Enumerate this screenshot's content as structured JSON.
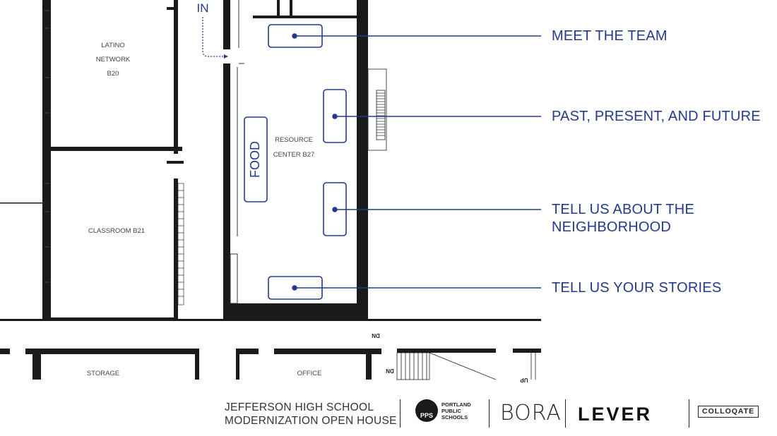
{
  "entry_label": "IN",
  "rooms": {
    "latino_network": [
      "LATINO",
      "NETWORK",
      "B20"
    ],
    "classroom": "CLASSROOM B21",
    "resource_center": [
      "RESOURCE",
      "CENTER B27"
    ],
    "storage": "STORAGE",
    "office": "OFFICE",
    "food": "FOOD"
  },
  "stair_labels": {
    "dn_top": "DN",
    "dn_bottom": "DN",
    "up": "UP"
  },
  "stations": [
    {
      "label_lines": [
        "MEET THE TEAM"
      ]
    },
    {
      "label_lines": [
        "PAST, PRESENT, AND FUTURE"
      ]
    },
    {
      "label_lines": [
        "TELL US ABOUT THE",
        "NEIGHBORHOOD"
      ]
    },
    {
      "label_lines": [
        "TELL US YOUR STORIES"
      ]
    }
  ],
  "footer": {
    "event_line1": "JEFFERSON HIGH SCHOOL",
    "event_line2": "MODERNIZATION OPEN HOUSE",
    "pps_mark": "PPS",
    "pps_name": [
      "PORTLAND",
      "PUBLIC",
      "SCHOOLS"
    ],
    "bora": "BORA",
    "lever": "LEVER",
    "colloqate": "COLLOQATE"
  },
  "colors": {
    "accent": "#243a8c",
    "wall": "#1a1a1a"
  }
}
